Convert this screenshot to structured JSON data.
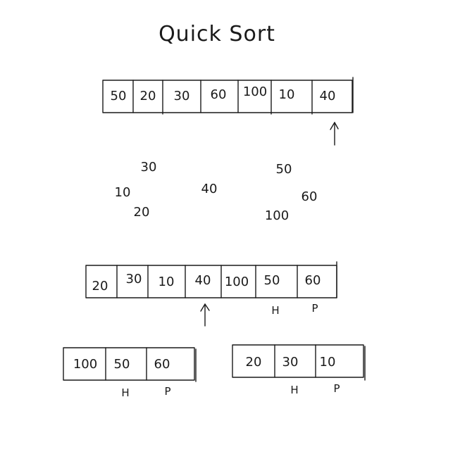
{
  "title": "Quick Sort",
  "arrays": [
    {
      "id": "initial",
      "cells": [
        "50",
        "20",
        "30",
        "60",
        "100",
        "10",
        "40"
      ],
      "markers": []
    },
    {
      "id": "partitioned",
      "cells": [
        "20",
        "30",
        "10",
        "40",
        "100",
        "50",
        "60"
      ],
      "markers": [
        "H",
        "P"
      ]
    },
    {
      "id": "right-sub",
      "cells": [
        "100",
        "50",
        "60"
      ],
      "markers": [
        "H",
        "P"
      ]
    },
    {
      "id": "left-sub",
      "cells": [
        "20",
        "30",
        "10"
      ],
      "markers": [
        "H",
        "P"
      ]
    }
  ],
  "scattered": {
    "left": [
      "30",
      "10",
      "20"
    ],
    "pivot": "40",
    "right": [
      "50",
      "60",
      "100"
    ]
  }
}
